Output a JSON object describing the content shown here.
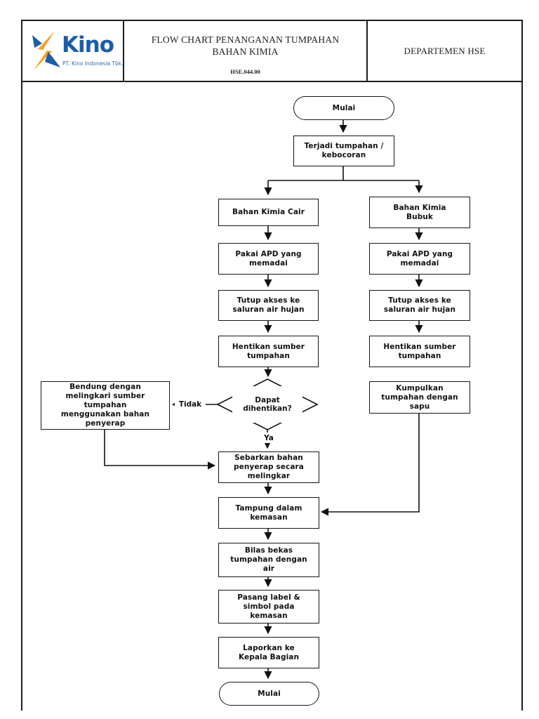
{
  "document": {
    "header": {
      "brand": "Kino",
      "brand_subtitle": "PT. Kino Indonesia Tbk.",
      "brand_color": "#1a5dab",
      "brand_accent": "#f4a01c",
      "title_line1": "FLOW CHART PENANGANAN TUMPAHAN",
      "title_line2": "BAHAN KIMIA",
      "doc_code": "HSE.044.00",
      "department": "DEPARTEMEN HSE"
    },
    "flowchart": {
      "nodes": {
        "start": "Mulai",
        "spill_event": "Terjadi tumpahan / kebocoran",
        "liquid_chemical": "Bahan Kimia Cair",
        "powder_chemical": "Bahan Kimia Bubuk",
        "ppe_liquid": "Pakai APD yang memadai",
        "ppe_powder": "Pakai APD yang memadai",
        "close_drain_liquid": "Tutup akses ke saluran air hujan",
        "close_drain_powder": "Tutup akses ke saluran air hujan",
        "stop_source_liquid": "Hentikan sumber tumpahan",
        "stop_source_powder": "Hentikan sumber tumpahan",
        "decision_stoppable": "Dapat dihentikan?",
        "contain_spill": "Bendung dengan melingkari sumber tumpahan menggunakan bahan penyerap",
        "sweep_spill": "Kumpulkan tumpahan dengan sapu",
        "spread_absorbent": "Sebarkan bahan penyerap secara melingkar",
        "collect_packaging": "Tampung dalam kemasan",
        "rinse_area": "Bilas bekas tumpahan dengan air",
        "label_packaging": "Pasang label & simbol pada kemasan",
        "report_supervisor": "Laporkan ke Kepala Bagian",
        "end": "Mulai"
      },
      "edge_labels": {
        "no": "Tidak",
        "yes": "Ya"
      }
    }
  }
}
